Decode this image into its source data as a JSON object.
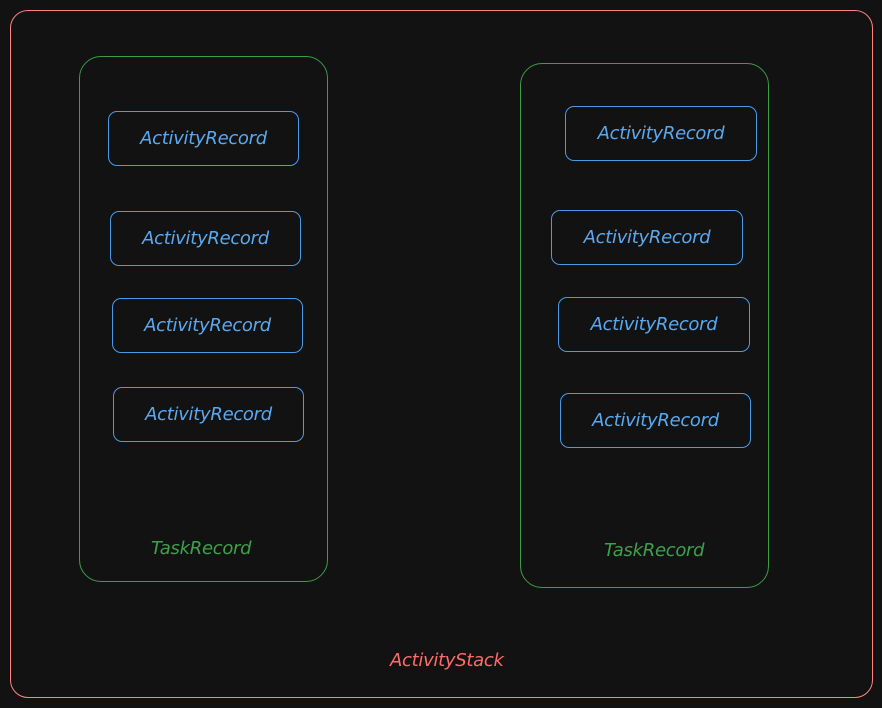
{
  "diagram": {
    "colors": {
      "background": "#121212",
      "activity_stack": "#ff8383",
      "task_record": "#3a9e46",
      "activity_record": "#4a9ae8"
    },
    "activity_stack": {
      "label": "ActivityStack"
    },
    "tasks": [
      {
        "label": "TaskRecord",
        "activities": [
          {
            "label": "ActivityRecord"
          },
          {
            "label": "ActivityRecord"
          },
          {
            "label": "ActivityRecord"
          },
          {
            "label": "ActivityRecord"
          }
        ]
      },
      {
        "label": "TaskRecord",
        "activities": [
          {
            "label": "ActivityRecord"
          },
          {
            "label": "ActivityRecord"
          },
          {
            "label": "ActivityRecord"
          },
          {
            "label": "ActivityRecord"
          }
        ]
      }
    ]
  }
}
